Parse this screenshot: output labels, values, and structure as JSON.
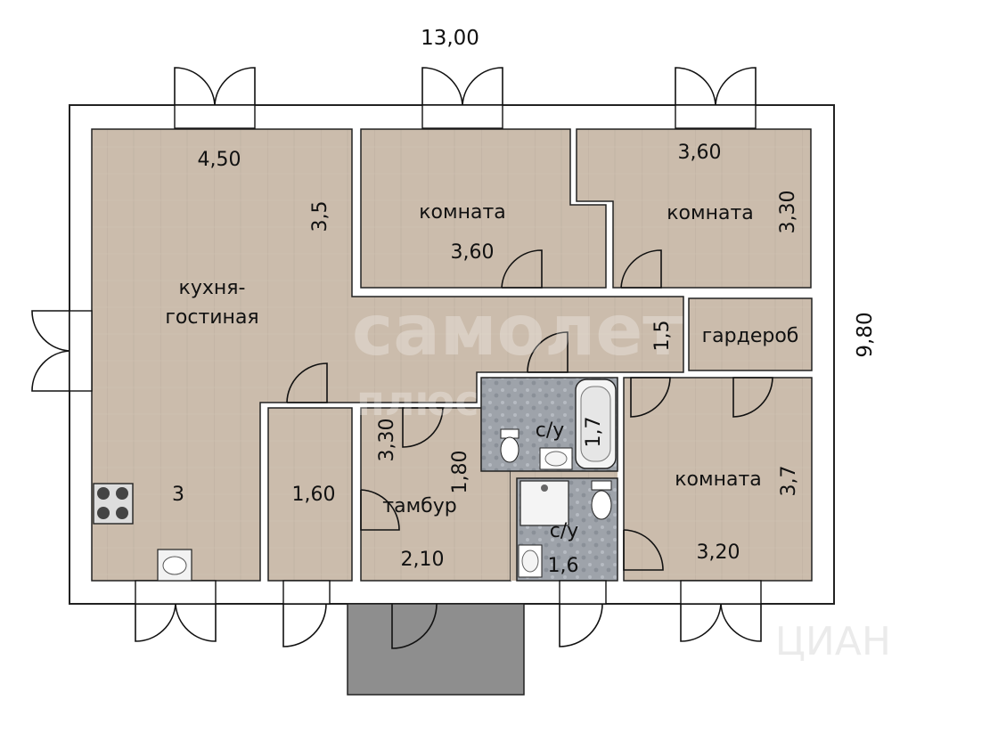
{
  "dimensions": {
    "overall_width": "13,00",
    "overall_height": "9,80"
  },
  "rooms": {
    "kitchen": {
      "name": "кухня-\nгостиная",
      "width": "4,50",
      "depth": "3,5",
      "extra": "3"
    },
    "room1": {
      "name": "комната",
      "width": "3,60"
    },
    "room2": {
      "name": "комната",
      "width": "3,60",
      "depth": "3,30"
    },
    "wardrobe": {
      "name": "гардероб"
    },
    "hall_corridor": {
      "depth": "1,5"
    },
    "storage": {
      "width": "1,60"
    },
    "vestibule": {
      "name": "тамбур",
      "width": "2,10",
      "depth": "1,80",
      "side": "3,30"
    },
    "bath1": {
      "name": "с/у",
      "depth": "1,7"
    },
    "bath2": {
      "name": "с/у",
      "width": "1,6"
    },
    "room3": {
      "name": "комната",
      "width": "3,20",
      "depth": "3,7"
    }
  },
  "watermark": {
    "brand": "самолет",
    "sub": "плюс",
    "corner": "ЦИАН"
  },
  "colors": {
    "wall": "#ffffff",
    "floor": "#c9b8a8",
    "tile": "#9aa0a8",
    "porch": "#8c8c8c"
  }
}
